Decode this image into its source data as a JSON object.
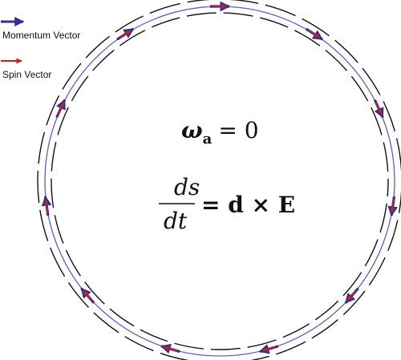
{
  "legend": {
    "momentum": {
      "label": "Momentum Vector",
      "color": "#2e2e8f"
    },
    "spin": {
      "label": "Spin Vector",
      "color": "#c81e2a"
    }
  },
  "equations": {
    "omega_symbol": "ω",
    "omega_subscript": "a",
    "omega_rhs": "= 0",
    "ds_numerator": "ds",
    "dt_denominator": "dt",
    "ds_rhs": "= d × E"
  },
  "colors": {
    "orbit": "#5b5bd6",
    "segments": "#111111",
    "momentum": "#2e2e8f",
    "spin": "#c81e2a"
  },
  "orbit_vectors_count": 11
}
